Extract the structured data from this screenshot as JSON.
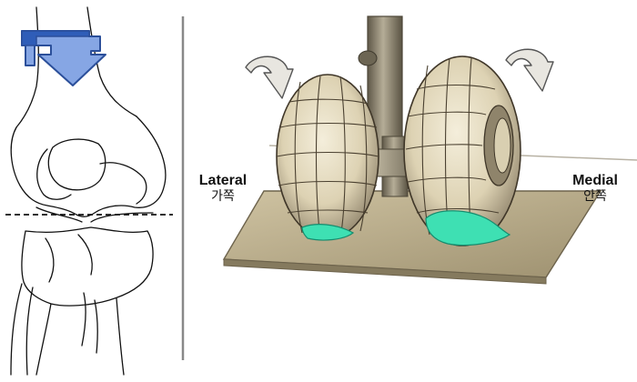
{
  "labels": {
    "lateral": {
      "en": "Lateral",
      "ko": "가쪽"
    },
    "medial": {
      "en": "Medial",
      "ko": "안쪽"
    }
  },
  "colors": {
    "load_arrow_fill": "#86a6e4",
    "load_arrow_stroke": "#2b4f9a",
    "meniscus": "#3ee0b3",
    "tire": "#e3d9bd",
    "tire_lines": "#4a4030",
    "platform": "#b9ab86",
    "pole": "#7d7461",
    "divider": "#888888"
  },
  "icons": {
    "load_arrow": "bent-down-arrow-icon",
    "rotation_arrow": "curved-rotation-arrow-icon"
  }
}
